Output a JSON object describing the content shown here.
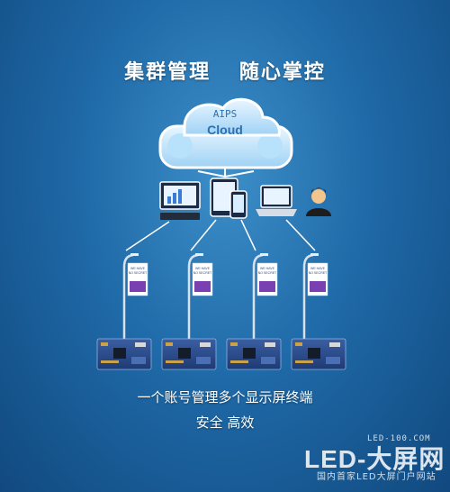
{
  "title": {
    "left": "集群管理",
    "right": "随心掌控"
  },
  "cloud": {
    "line1": "AIPS",
    "line2": "Cloud"
  },
  "devices": [
    {
      "name": "desktop-monitor-icon"
    },
    {
      "name": "tablet-phone-icon"
    },
    {
      "name": "laptop-icon"
    },
    {
      "name": "user-avatar-icon"
    }
  ],
  "poles": [
    {
      "banner_text": "WE HAVE\nNO SECRET"
    },
    {
      "banner_text": "WE HAVE\nNO SECRET"
    },
    {
      "banner_text": "WE HAVE\nNO SECRET"
    },
    {
      "banner_text": "WE HAVE\nNO SECRET"
    }
  ],
  "captions": {
    "line1": "一个账号管理多个显示屏终端",
    "line2": "安全 高效"
  },
  "watermark": {
    "site": "LED-100.COM",
    "logo": "LED-大屏网",
    "tagline": "国内首家LED大屏门户网站"
  },
  "colors": {
    "cloud_outline": "#ffffff",
    "cloud_fill": "#dff1ff",
    "line": "#ffffff",
    "board": "#2b4b8a",
    "banner": "#7a3fb0"
  }
}
